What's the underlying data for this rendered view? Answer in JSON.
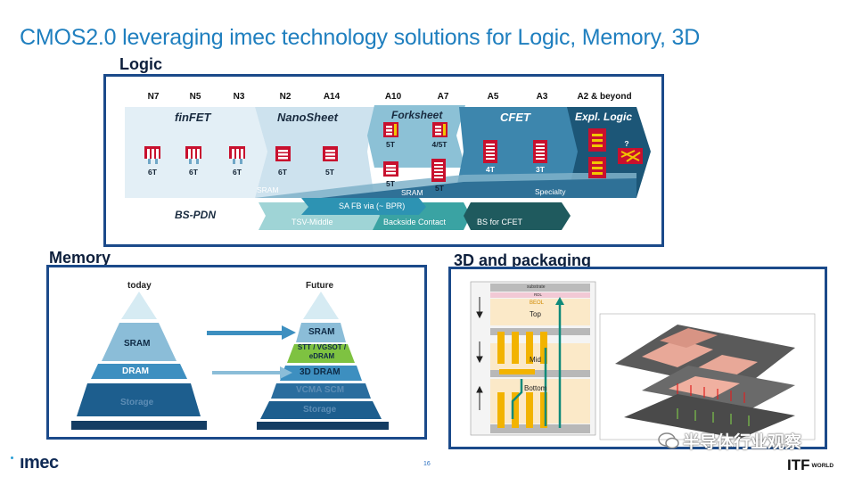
{
  "title": "CMOS2.0 leveraging imec technology solutions for Logic, Memory, 3D",
  "logic": {
    "label": "Logic",
    "nodes": [
      "N7",
      "N5",
      "N3",
      "N2",
      "A14",
      "A10",
      "A7",
      "A5",
      "A3",
      "A2 & beyond"
    ],
    "arch": [
      "finFET",
      "NanoSheet",
      "Forksheet",
      "CFET",
      "Expl. Logic"
    ],
    "tracks": {
      "n7": "6T",
      "n5": "6T",
      "n3": "6T",
      "n2": "6T",
      "a14": "5T",
      "a10_top": "5T",
      "a10_bottom": "5T",
      "a7_top": "4/5T",
      "a7_bottom": "5T",
      "a5": "4T",
      "a3": "3T",
      "q": "?"
    },
    "sram1": "SRAM",
    "sram2": "SRAM",
    "specialty": "Specialty",
    "bspdn": "BS-PDN",
    "safb": "SA FB via (~ BPR)",
    "tsv": "TSV-Middle",
    "backside": "Backside Contact",
    "bscfet": "BS for CFET"
  },
  "memory": {
    "label": "Memory",
    "today": "today",
    "future": "Future",
    "today_levels": [
      "SRAM",
      "DRAM",
      "Storage"
    ],
    "future_levels": [
      "SRAM",
      "STT / VGSOT / eDRAM",
      "3D DRAM",
      "VCMA SCM",
      "Storage"
    ]
  },
  "packaging": {
    "label": "3D and packaging",
    "stack_labels": [
      "substrate",
      "RDL",
      "BEOL",
      "Top",
      "Mid",
      "Bottom"
    ]
  },
  "footer": {
    "page": "16",
    "imec": "ımec",
    "itf": "ITF",
    "itf_sub": "WORLD",
    "watermark": "半导体行业观察"
  },
  "colors": {
    "title": "#1f7fbf",
    "dark": "#1b4a8a",
    "accent": "#c8102e"
  }
}
